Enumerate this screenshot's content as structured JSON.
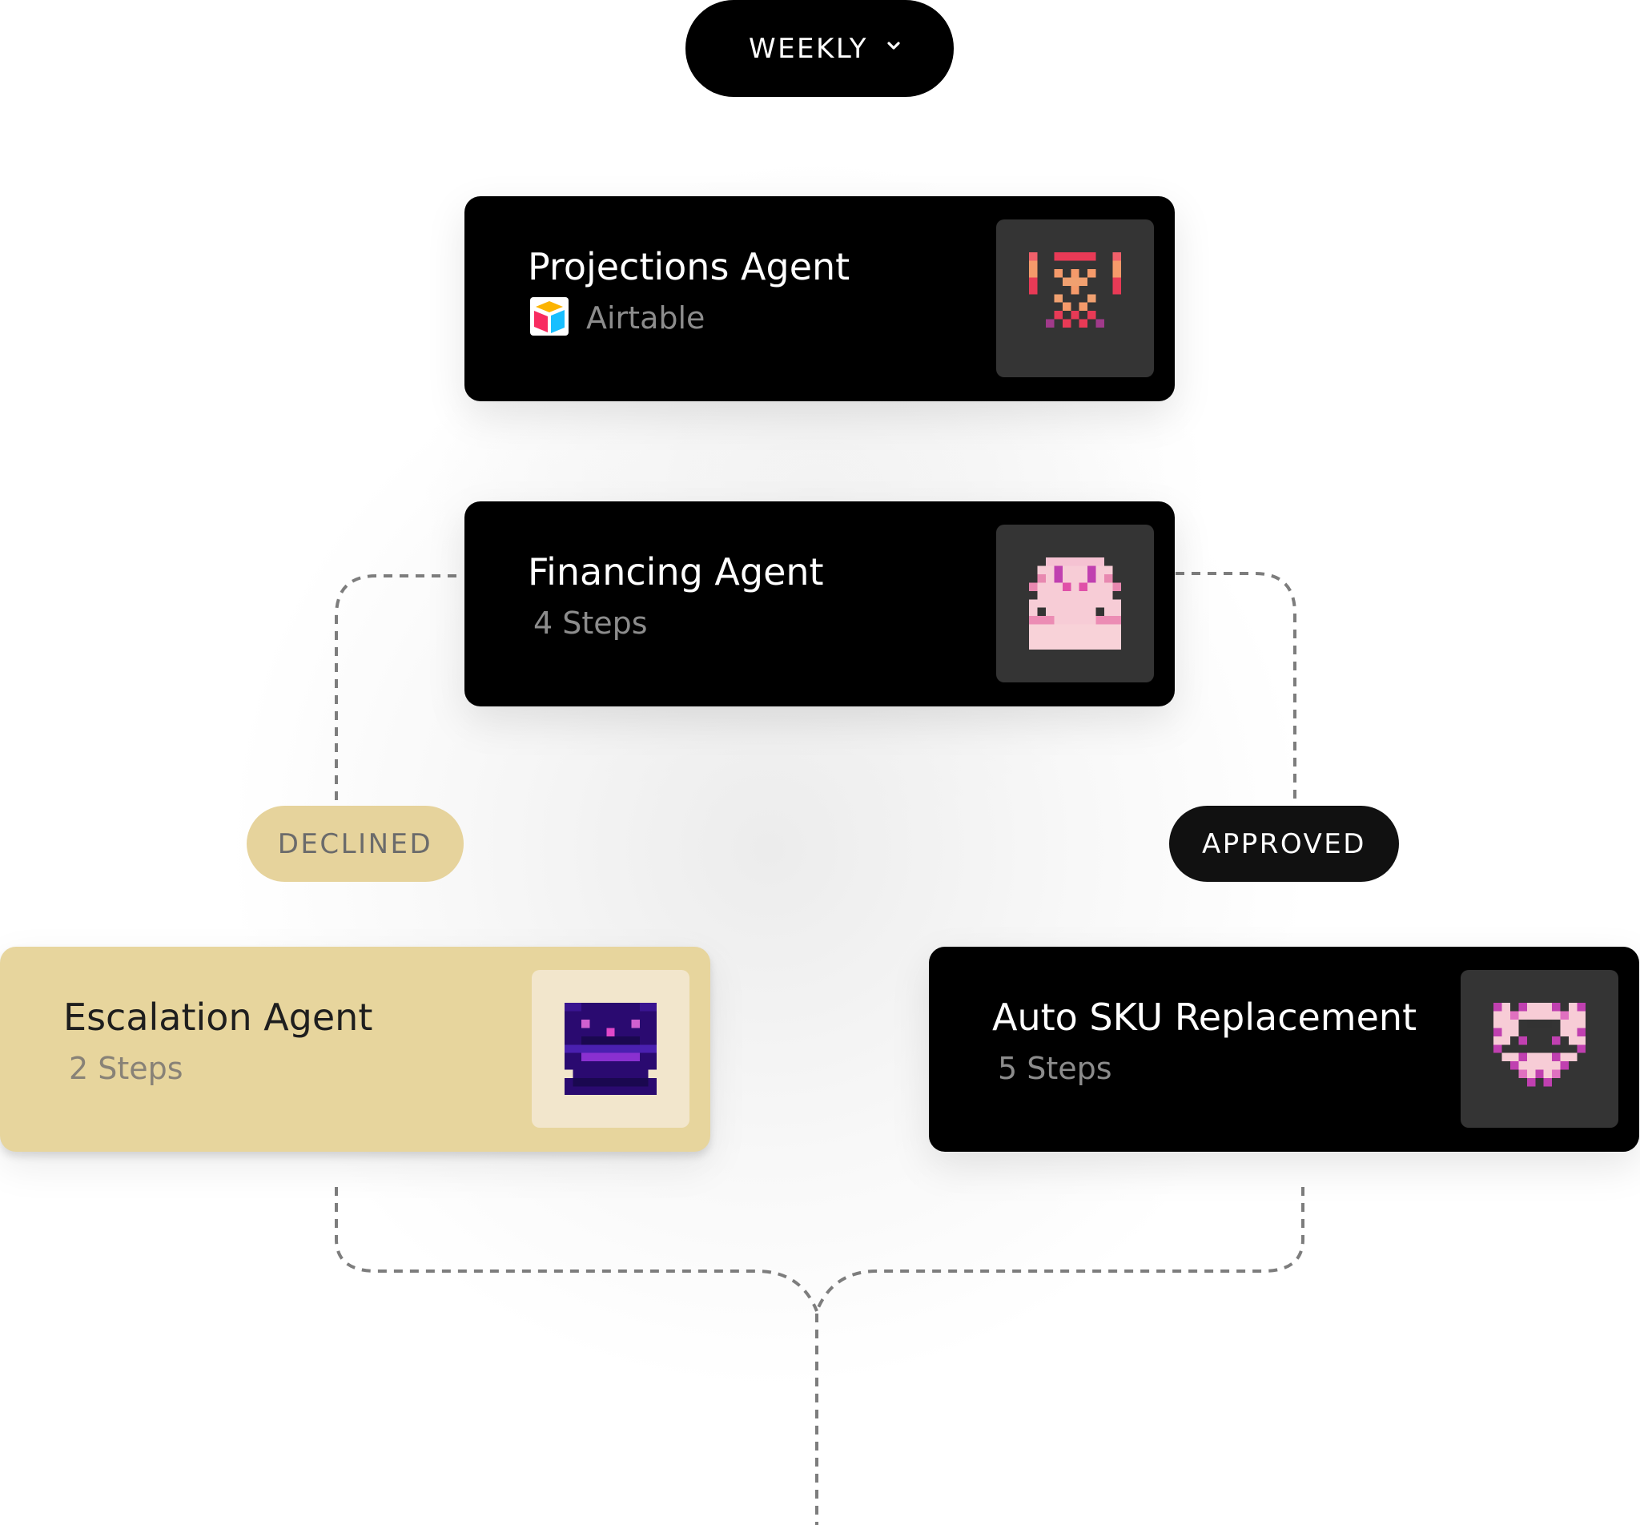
{
  "trigger": {
    "label": "WEEKLY",
    "icon": "chevron-down-icon"
  },
  "nodes": {
    "projections": {
      "title": "Projections Agent",
      "integration": "Airtable",
      "integration_icon": "airtable-logo-icon"
    },
    "financing": {
      "title": "Financing Agent",
      "subtitle": "4 Steps"
    },
    "escalation": {
      "title": "Escalation Agent",
      "subtitle": "2 Steps"
    },
    "auto_sku": {
      "title": "Auto SKU Replacement",
      "subtitle": "5 Steps"
    }
  },
  "branches": {
    "declined": "DECLINED",
    "approved": "APPROVED"
  },
  "colors": {
    "card_dark": "#000000",
    "card_declined": "#e7d59d",
    "pill_declined": "#e6d39c",
    "connector": "#7d7d7d"
  }
}
